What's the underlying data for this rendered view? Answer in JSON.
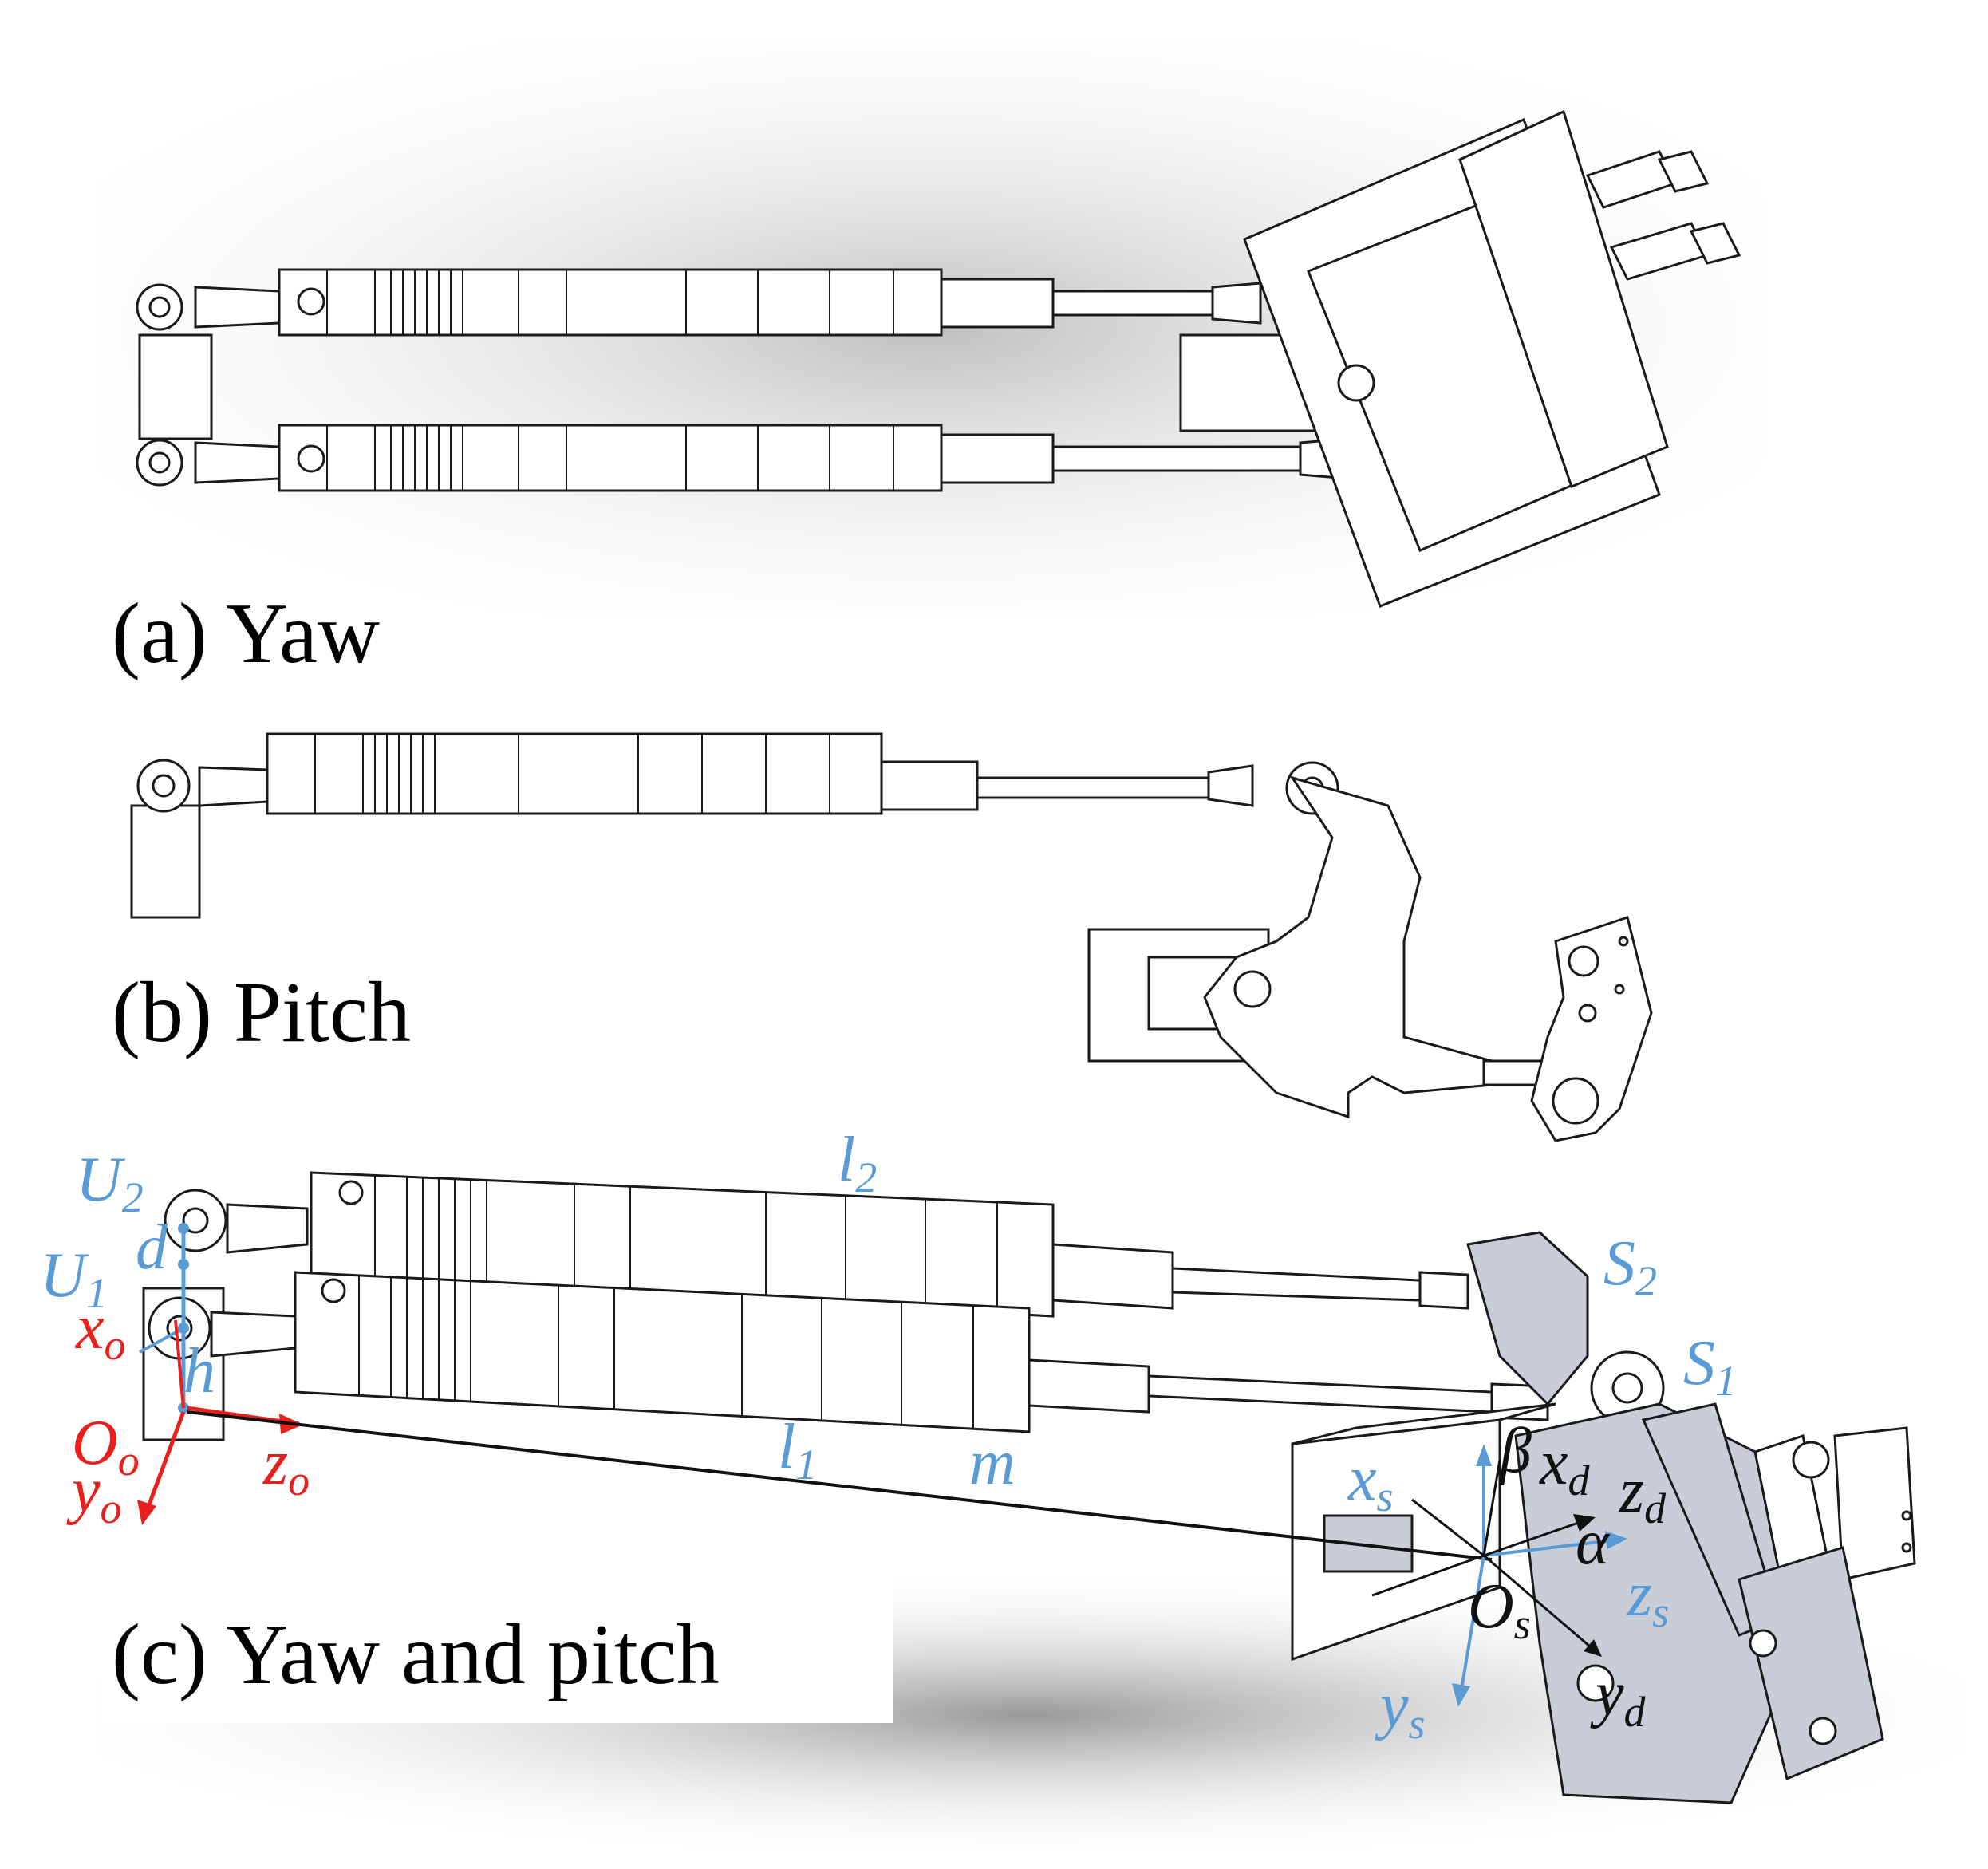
{
  "panels": [
    {
      "id": "a",
      "caption": "(a) Yaw"
    },
    {
      "id": "b",
      "caption": "(b) Pitch"
    },
    {
      "id": "c",
      "caption": "(c) Yaw and pitch"
    }
  ],
  "labels": {
    "U2": {
      "main": "U",
      "sub": "2"
    },
    "U1": {
      "main": "U",
      "sub": "1"
    },
    "d": {
      "main": "d"
    },
    "h": {
      "main": "h"
    },
    "xo": {
      "main": "x",
      "sub": "o"
    },
    "Oo": {
      "main": "O",
      "sub": "o"
    },
    "zo": {
      "main": "z",
      "sub": "o"
    },
    "yo": {
      "main": "y",
      "sub": "o"
    },
    "l2": {
      "main": "l",
      "sub": "2"
    },
    "l1": {
      "main": "l",
      "sub": "1"
    },
    "m": {
      "main": "m"
    },
    "S2": {
      "main": "S",
      "sub": "2"
    },
    "S1": {
      "main": "S",
      "sub": "1"
    },
    "xs": {
      "main": "x",
      "sub": "s"
    },
    "beta": {
      "main": "β"
    },
    "xd": {
      "main": "x",
      "sub": "d"
    },
    "zd": {
      "main": "z",
      "sub": "d"
    },
    "alpha": {
      "main": "α"
    },
    "zs": {
      "main": "z",
      "sub": "s"
    },
    "Os": {
      "main": "O",
      "sub": "s"
    },
    "yd": {
      "main": "y",
      "sub": "d"
    },
    "ys": {
      "main": "y",
      "sub": "s"
    }
  },
  "colors": {
    "blue_labels": "#5b9bd5",
    "red_labels": "#e8201c",
    "black_labels": "#111111",
    "part_fill": "#ffffff",
    "part_shaded": "#c9cdd8"
  }
}
